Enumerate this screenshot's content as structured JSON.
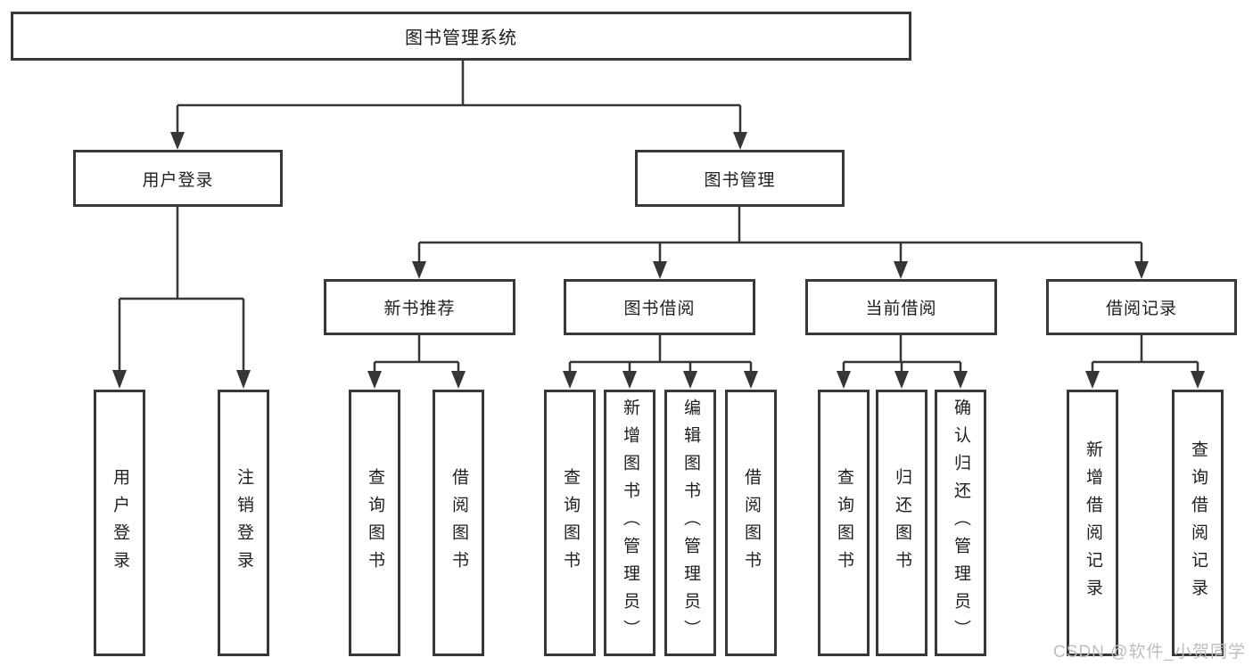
{
  "root": {
    "label": "图书管理系统"
  },
  "level2": [
    {
      "label": "用户登录"
    },
    {
      "label": "图书管理"
    }
  ],
  "level3": [
    {
      "label": "新书推荐"
    },
    {
      "label": "图书借阅"
    },
    {
      "label": "当前借阅"
    },
    {
      "label": "借阅记录"
    }
  ],
  "leaves": [
    {
      "label": "用户登录"
    },
    {
      "label": "注销登录"
    },
    {
      "label": "查询图书"
    },
    {
      "label": "借阅图书"
    },
    {
      "label": "查询图书"
    },
    {
      "label": "新增图书（管理员）"
    },
    {
      "label": "编辑图书（管理员）"
    },
    {
      "label": "借阅图书"
    },
    {
      "label": "查询图书"
    },
    {
      "label": "归还图书"
    },
    {
      "label": "确认归还（管理员）"
    },
    {
      "label": "新增借阅记录"
    },
    {
      "label": "查询借阅记录"
    }
  ],
  "watermark": "CSDN @软件_小贺同学",
  "colors": {
    "line": "#363636",
    "border": "#383838",
    "text": "#1e1e1e",
    "background": "#ffffff",
    "watermark": "#bdbdbd"
  }
}
